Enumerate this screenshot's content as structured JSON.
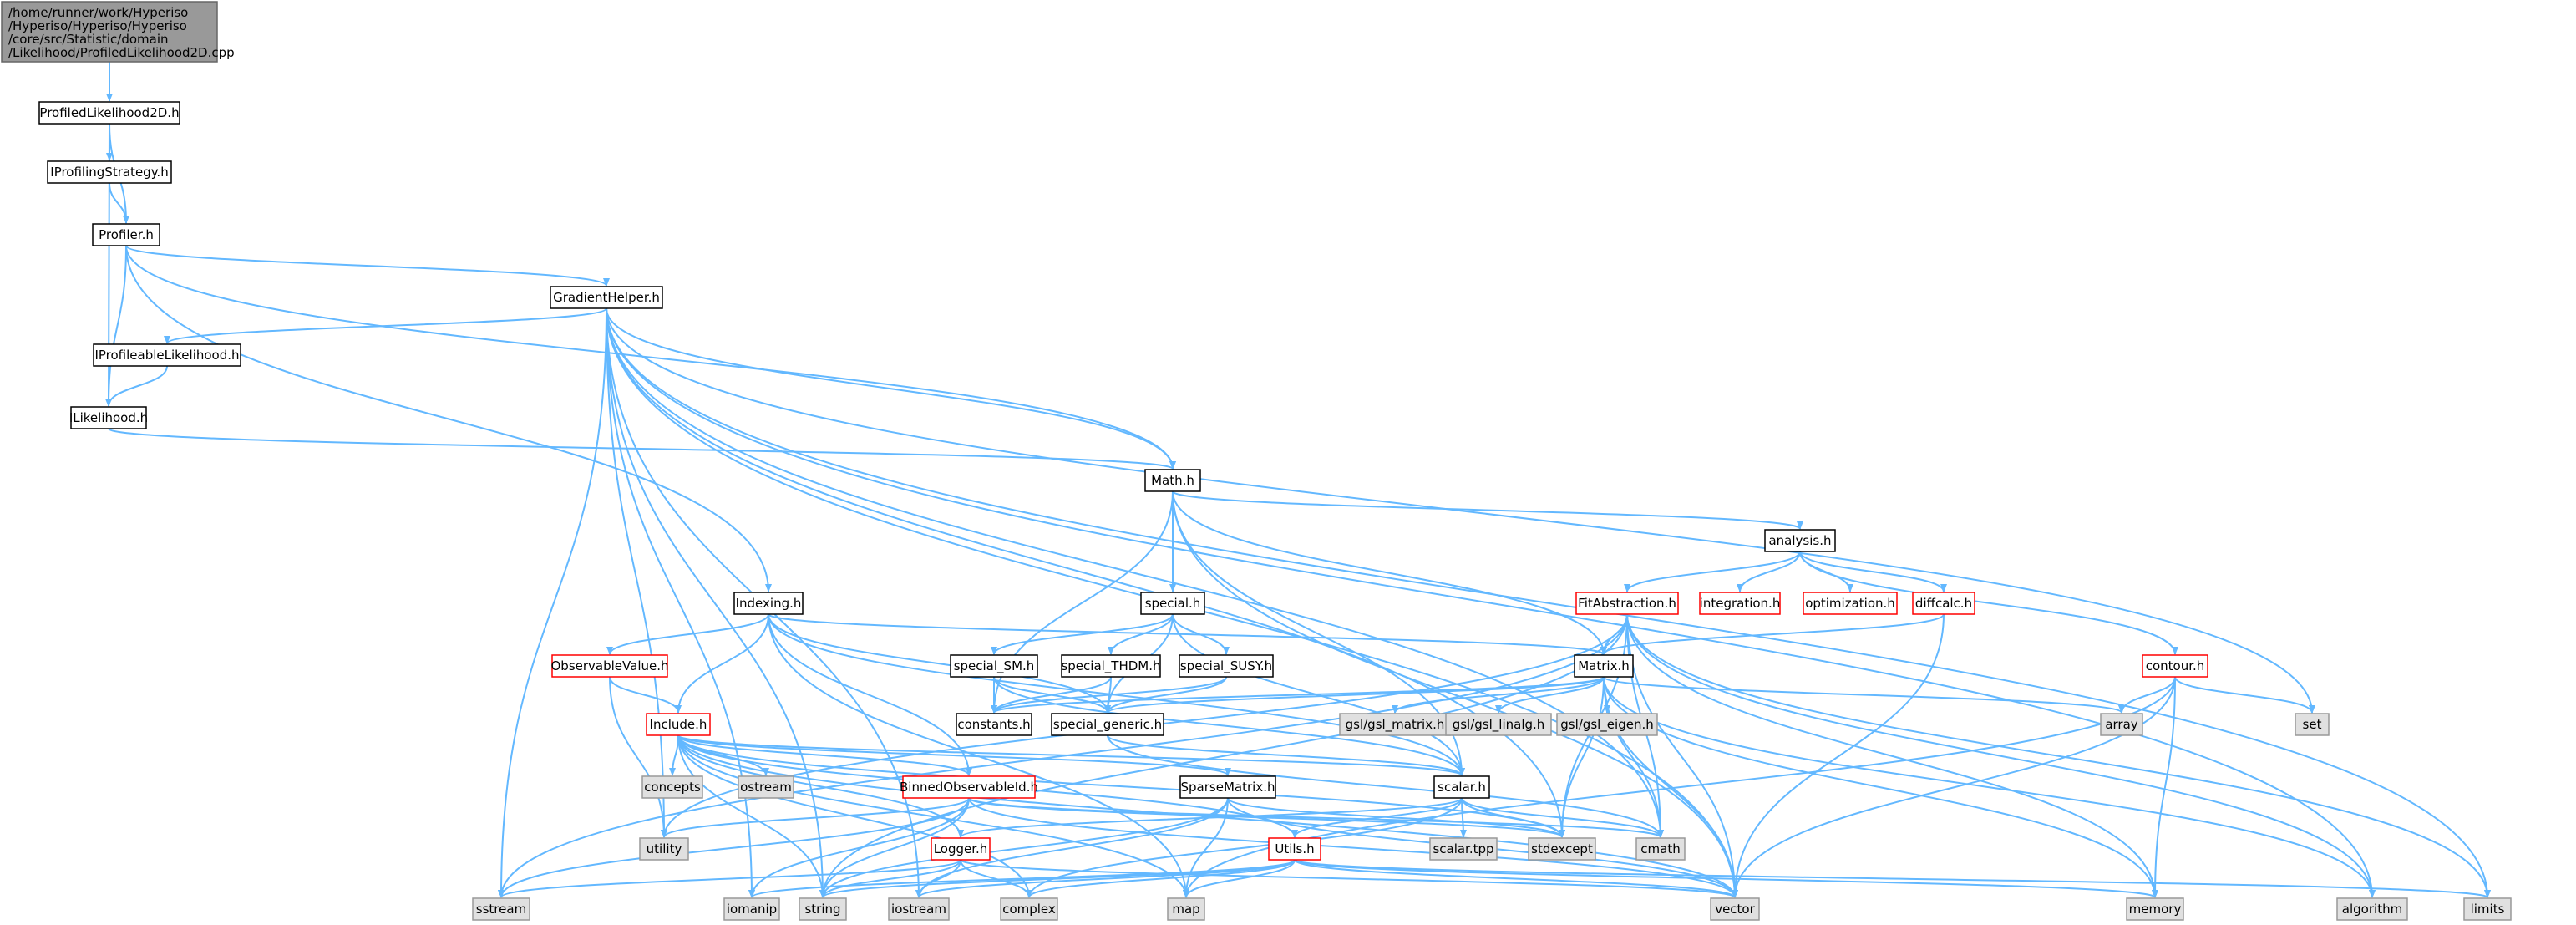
{
  "colors": {
    "edge": "#63b8ff",
    "root_fill": "#999999",
    "root_border": "#666666",
    "node_fill": "#ffffff",
    "node_border": "#000000",
    "incomplete_border": "#ff0000",
    "system_fill": "#e0e0e0",
    "system_border": "#999999"
  },
  "root": {
    "lines": [
      "/home/runner/work/Hyperiso",
      "/Hyperiso/Hyperiso/Hyperiso",
      "/core/src/Statistic/domain",
      "/Likelihood/ProfiledLikelihood2D.cpp"
    ]
  },
  "nodes": [
    {
      "id": "profiledLikelihood2D",
      "label": "ProfiledLikelihood2D.h",
      "kind": "normal"
    },
    {
      "id": "iProfilingStrategy",
      "label": "IProfilingStrategy.h",
      "kind": "normal"
    },
    {
      "id": "profiler",
      "label": "Profiler.h",
      "kind": "normal"
    },
    {
      "id": "gradientHelper",
      "label": "GradientHelper.h",
      "kind": "normal"
    },
    {
      "id": "iProfileableLikelihood",
      "label": "IProfileableLikelihood.h",
      "kind": "normal"
    },
    {
      "id": "iLikelihood",
      "label": "ILikelihood.h",
      "kind": "normal"
    },
    {
      "id": "math",
      "label": "Math.h",
      "kind": "normal"
    },
    {
      "id": "analysis",
      "label": "analysis.h",
      "kind": "normal"
    },
    {
      "id": "indexing",
      "label": "Indexing.h",
      "kind": "normal"
    },
    {
      "id": "special",
      "label": "special.h",
      "kind": "normal"
    },
    {
      "id": "fitAbstraction",
      "label": "FitAbstraction.h",
      "kind": "incomplete"
    },
    {
      "id": "integration",
      "label": "integration.h",
      "kind": "incomplete"
    },
    {
      "id": "optimization",
      "label": "optimization.h",
      "kind": "incomplete"
    },
    {
      "id": "diffcalc",
      "label": "diffcalc.h",
      "kind": "incomplete"
    },
    {
      "id": "observableValue",
      "label": "ObservableValue.h",
      "kind": "incomplete"
    },
    {
      "id": "specialSM",
      "label": "special_SM.h",
      "kind": "normal"
    },
    {
      "id": "specialTHDM",
      "label": "special_THDM.h",
      "kind": "normal"
    },
    {
      "id": "specialSUSY",
      "label": "special_SUSY.h",
      "kind": "normal"
    },
    {
      "id": "matrix",
      "label": "Matrix.h",
      "kind": "normal"
    },
    {
      "id": "contour",
      "label": "contour.h",
      "kind": "incomplete"
    },
    {
      "id": "include",
      "label": "Include.h",
      "kind": "incomplete"
    },
    {
      "id": "constants",
      "label": "constants.h",
      "kind": "normal"
    },
    {
      "id": "specialGeneric",
      "label": "special_generic.h",
      "kind": "normal"
    },
    {
      "id": "gslMatrix",
      "label": "gsl/gsl_matrix.h",
      "kind": "system"
    },
    {
      "id": "gslLinalg",
      "label": "gsl/gsl_linalg.h",
      "kind": "system"
    },
    {
      "id": "gslEigen",
      "label": "gsl/gsl_eigen.h",
      "kind": "system"
    },
    {
      "id": "array",
      "label": "array",
      "kind": "system"
    },
    {
      "id": "set",
      "label": "set",
      "kind": "system"
    },
    {
      "id": "concepts",
      "label": "concepts",
      "kind": "system"
    },
    {
      "id": "ostream",
      "label": "ostream",
      "kind": "system"
    },
    {
      "id": "binnedObservableId",
      "label": "BinnedObservableId.h",
      "kind": "incomplete"
    },
    {
      "id": "sparseMatrix",
      "label": "SparseMatrix.h",
      "kind": "normal"
    },
    {
      "id": "scalar",
      "label": "scalar.h",
      "kind": "normal"
    },
    {
      "id": "utility",
      "label": "utility",
      "kind": "system"
    },
    {
      "id": "logger",
      "label": "Logger.h",
      "kind": "incomplete"
    },
    {
      "id": "utils",
      "label": "Utils.h",
      "kind": "incomplete"
    },
    {
      "id": "scalarTpp",
      "label": "scalar.tpp",
      "kind": "system"
    },
    {
      "id": "stdexcept",
      "label": "stdexcept",
      "kind": "system"
    },
    {
      "id": "cmath",
      "label": "cmath",
      "kind": "system"
    },
    {
      "id": "sstream",
      "label": "sstream",
      "kind": "system"
    },
    {
      "id": "iomanip",
      "label": "iomanip",
      "kind": "system"
    },
    {
      "id": "string",
      "label": "string",
      "kind": "system"
    },
    {
      "id": "iostream",
      "label": "iostream",
      "kind": "system"
    },
    {
      "id": "complex",
      "label": "complex",
      "kind": "system"
    },
    {
      "id": "map",
      "label": "map",
      "kind": "system"
    },
    {
      "id": "vector",
      "label": "vector",
      "kind": "system"
    },
    {
      "id": "memory",
      "label": "memory",
      "kind": "system"
    },
    {
      "id": "algorithm",
      "label": "algorithm",
      "kind": "system"
    },
    {
      "id": "limits",
      "label": "limits",
      "kind": "system"
    }
  ],
  "edges": [
    [
      "root",
      "profiledLikelihood2D"
    ],
    [
      "profiledLikelihood2D",
      "iProfilingStrategy"
    ],
    [
      "profiledLikelihood2D",
      "profiler"
    ],
    [
      "profiledLikelihood2D",
      "iLikelihood"
    ],
    [
      "iProfilingStrategy",
      "profiler"
    ],
    [
      "profiler",
      "gradientHelper"
    ],
    [
      "profiler",
      "iLikelihood"
    ],
    [
      "profiler",
      "math"
    ],
    [
      "profiler",
      "indexing"
    ],
    [
      "gradientHelper",
      "iProfileableLikelihood"
    ],
    [
      "gradientHelper",
      "math"
    ],
    [
      "gradientHelper",
      "utility"
    ],
    [
      "gradientHelper",
      "sstream"
    ],
    [
      "gradientHelper",
      "iomanip"
    ],
    [
      "gradientHelper",
      "string"
    ],
    [
      "gradientHelper",
      "iostream"
    ],
    [
      "gradientHelper",
      "cmath"
    ],
    [
      "gradientHelper",
      "stdexcept"
    ],
    [
      "gradientHelper",
      "vector"
    ],
    [
      "gradientHelper",
      "set"
    ],
    [
      "gradientHelper",
      "algorithm"
    ],
    [
      "gradientHelper",
      "limits"
    ],
    [
      "iProfileableLikelihood",
      "iLikelihood"
    ],
    [
      "iLikelihood",
      "math"
    ],
    [
      "math",
      "analysis"
    ],
    [
      "math",
      "special"
    ],
    [
      "math",
      "matrix"
    ],
    [
      "math",
      "constants"
    ],
    [
      "math",
      "scalar"
    ],
    [
      "math",
      "vector"
    ],
    [
      "analysis",
      "fitAbstraction"
    ],
    [
      "analysis",
      "integration"
    ],
    [
      "analysis",
      "optimization"
    ],
    [
      "analysis",
      "diffcalc"
    ],
    [
      "analysis",
      "contour"
    ],
    [
      "fitAbstraction",
      "matrix"
    ],
    [
      "fitAbstraction",
      "utility"
    ],
    [
      "fitAbstraction",
      "sstream"
    ],
    [
      "fitAbstraction",
      "vector"
    ],
    [
      "fitAbstraction",
      "stdexcept"
    ],
    [
      "fitAbstraction",
      "cmath"
    ],
    [
      "fitAbstraction",
      "memory"
    ],
    [
      "fitAbstraction",
      "algorithm"
    ],
    [
      "fitAbstraction",
      "limits"
    ],
    [
      "fitAbstraction",
      "string"
    ],
    [
      "diffcalc",
      "matrix"
    ],
    [
      "diffcalc",
      "vector"
    ],
    [
      "special",
      "specialSM"
    ],
    [
      "special",
      "specialTHDM"
    ],
    [
      "special",
      "specialSUSY"
    ],
    [
      "special",
      "specialGeneric"
    ],
    [
      "special",
      "scalar"
    ],
    [
      "specialSM",
      "constants"
    ],
    [
      "specialSM",
      "specialGeneric"
    ],
    [
      "specialSM",
      "scalar"
    ],
    [
      "specialTHDM",
      "constants"
    ],
    [
      "specialTHDM",
      "specialGeneric"
    ],
    [
      "specialSUSY",
      "constants"
    ],
    [
      "specialSUSY",
      "specialGeneric"
    ],
    [
      "specialGeneric",
      "scalar"
    ],
    [
      "specialGeneric",
      "cmath"
    ],
    [
      "indexing",
      "observableValue"
    ],
    [
      "indexing",
      "include"
    ],
    [
      "indexing",
      "binnedObservableId"
    ],
    [
      "indexing",
      "matrix"
    ],
    [
      "indexing",
      "specialGeneric"
    ],
    [
      "indexing",
      "scalar"
    ],
    [
      "indexing",
      "map"
    ],
    [
      "observableValue",
      "include"
    ],
    [
      "observableValue",
      "utility"
    ],
    [
      "include",
      "concepts"
    ],
    [
      "include",
      "ostream"
    ],
    [
      "include",
      "binnedObservableId"
    ],
    [
      "include",
      "sparseMatrix"
    ],
    [
      "include",
      "scalar"
    ],
    [
      "include",
      "logger"
    ],
    [
      "include",
      "utils"
    ],
    [
      "include",
      "stdexcept"
    ],
    [
      "include",
      "complex"
    ],
    [
      "include",
      "map"
    ],
    [
      "include",
      "vector"
    ],
    [
      "include",
      "string"
    ],
    [
      "matrix",
      "gslMatrix"
    ],
    [
      "matrix",
      "gslLinalg"
    ],
    [
      "matrix",
      "gslEigen"
    ],
    [
      "matrix",
      "array"
    ],
    [
      "matrix",
      "constants"
    ],
    [
      "matrix",
      "specialGeneric"
    ],
    [
      "matrix",
      "stdexcept"
    ],
    [
      "matrix",
      "vector"
    ],
    [
      "matrix",
      "memory"
    ],
    [
      "matrix",
      "algorithm"
    ],
    [
      "matrix",
      "cmath"
    ],
    [
      "contour",
      "array"
    ],
    [
      "contour",
      "set"
    ],
    [
      "contour",
      "vector"
    ],
    [
      "contour",
      "memory"
    ],
    [
      "contour",
      "map"
    ],
    [
      "binnedObservableId",
      "utility"
    ],
    [
      "binnedObservableId",
      "sstream"
    ],
    [
      "binnedObservableId",
      "iomanip"
    ],
    [
      "binnedObservableId",
      "string"
    ],
    [
      "binnedObservableId",
      "stdexcept"
    ],
    [
      "binnedObservableId",
      "cmath"
    ],
    [
      "binnedObservableId",
      "vector"
    ],
    [
      "sparseMatrix",
      "map"
    ],
    [
      "sparseMatrix",
      "vector"
    ],
    [
      "sparseMatrix",
      "string"
    ],
    [
      "sparseMatrix",
      "iostream"
    ],
    [
      "sparseMatrix",
      "stdexcept"
    ],
    [
      "scalar",
      "scalarTpp"
    ],
    [
      "scalar",
      "stdexcept"
    ],
    [
      "scalar",
      "cmath"
    ],
    [
      "scalar",
      "complex"
    ],
    [
      "scalar",
      "utils"
    ],
    [
      "scalar",
      "logger"
    ],
    [
      "logger",
      "string"
    ],
    [
      "logger",
      "iostream"
    ],
    [
      "logger",
      "complex"
    ],
    [
      "logger",
      "sstream"
    ],
    [
      "logger",
      "vector"
    ],
    [
      "utils",
      "iostream"
    ],
    [
      "utils",
      "string"
    ],
    [
      "utils",
      "complex"
    ],
    [
      "utils",
      "map"
    ],
    [
      "utils",
      "vector"
    ],
    [
      "utils",
      "memory"
    ],
    [
      "utils",
      "limits"
    ],
    [
      "utils",
      "iomanip"
    ]
  ]
}
